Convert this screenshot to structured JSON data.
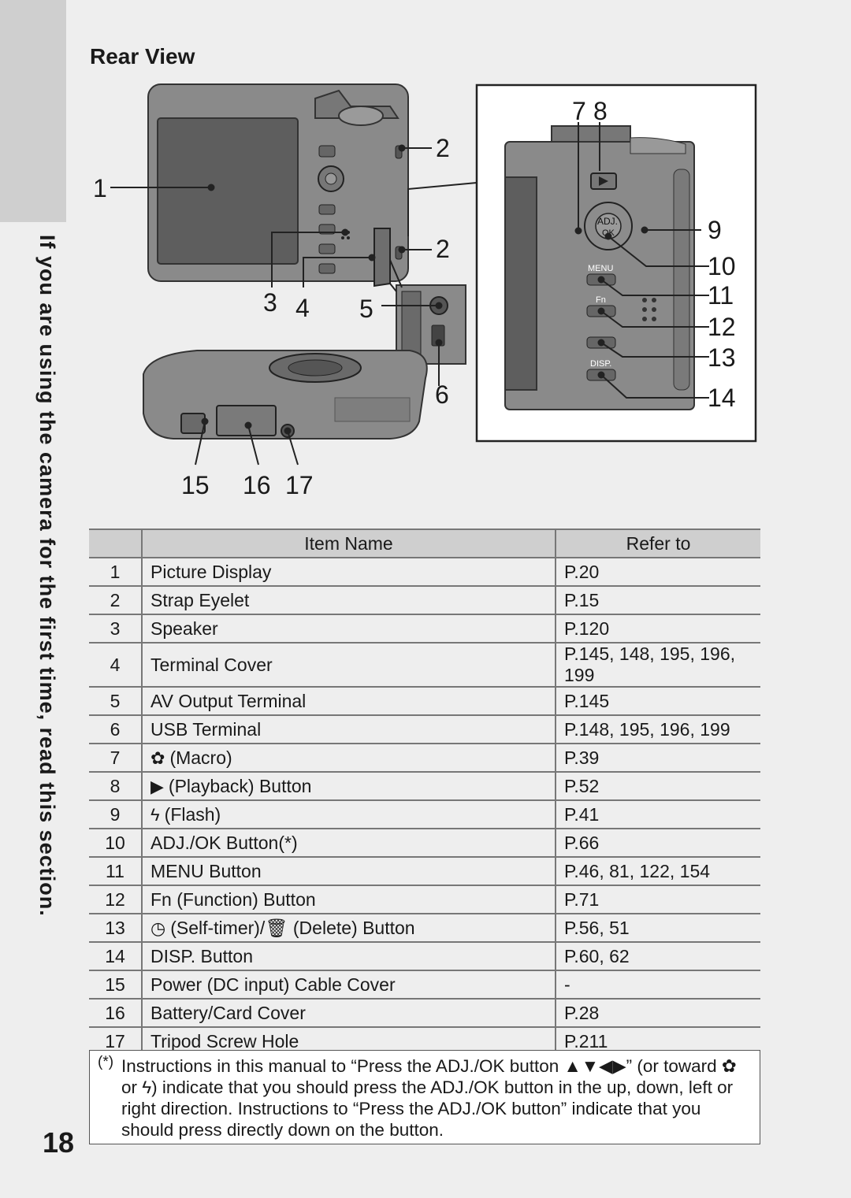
{
  "page": {
    "side_heading": "If you are using the camera for the first time, read this section.",
    "number": "18"
  },
  "section_title": "Rear View",
  "callouts": {
    "c1": "1",
    "c2a": "2",
    "c2b": "2",
    "c3": "3",
    "c4": "4",
    "c5": "5",
    "c6": "6",
    "c7": "7",
    "c8": "8",
    "c9": "9",
    "c10": "10",
    "c11": "11",
    "c12": "12",
    "c13": "13",
    "c14": "14",
    "c15": "15",
    "c16": "16",
    "c17": "17"
  },
  "camera_labels": {
    "adj": "ADJ.",
    "ok": "OK",
    "menu": "MENU",
    "fn": "Fn",
    "disp": "DISP."
  },
  "table": {
    "headers": {
      "item": "Item Name",
      "ref": "Refer to"
    },
    "rows": [
      {
        "no": "1",
        "icon": "",
        "name": "Picture Display",
        "ref": "P.20"
      },
      {
        "no": "2",
        "icon": "",
        "name": "Strap Eyelet",
        "ref": "P.15"
      },
      {
        "no": "3",
        "icon": "",
        "name": "Speaker",
        "ref": "P.120"
      },
      {
        "no": "4",
        "icon": "",
        "name": "Terminal Cover",
        "ref": "P.145, 148, 195, 196, 199"
      },
      {
        "no": "5",
        "icon": "",
        "name": "AV Output Terminal",
        "ref": "P.145"
      },
      {
        "no": "6",
        "icon": "",
        "name": "USB Terminal",
        "ref": "P.148, 195, 196, 199"
      },
      {
        "no": "7",
        "icon": "✿",
        "name": "(Macro)",
        "ref": "P.39"
      },
      {
        "no": "8",
        "icon": "▶",
        "name": "(Playback) Button",
        "ref": "P.52"
      },
      {
        "no": "9",
        "icon": "ϟ",
        "name": "(Flash)",
        "ref": "P.41"
      },
      {
        "no": "10",
        "icon": "",
        "name": "ADJ./OK Button(*)",
        "ref": "P.66"
      },
      {
        "no": "11",
        "icon": "",
        "name": "MENU Button",
        "ref": "P.46, 81, 122, 154"
      },
      {
        "no": "12",
        "icon": "",
        "name": "Fn (Function) Button",
        "ref": "P.71"
      },
      {
        "no": "13",
        "icon": "◷",
        "name": "(Self-timer)/🗑 (Delete) Button",
        "ref": "P.56, 51"
      },
      {
        "no": "14",
        "icon": "",
        "name": "DISP. Button",
        "ref": "P.60, 62"
      },
      {
        "no": "15",
        "icon": "",
        "name": "Power (DC input) Cable Cover",
        "ref": "-"
      },
      {
        "no": "16",
        "icon": "",
        "name": "Battery/Card Cover",
        "ref": "P.28"
      },
      {
        "no": "17",
        "icon": "",
        "name": "Tripod Screw Hole",
        "ref": "P.211"
      }
    ]
  },
  "note": {
    "mark": "(*)",
    "text": "Instructions in this manual to “Press the ADJ./OK button ▲▼◀▶” (or toward ✿ or ϟ) indicate that you should press the ADJ./OK button in the up, down, left or right direction. Instructions to “Press the ADJ./OK button” indicate that you should press directly down on the button."
  }
}
